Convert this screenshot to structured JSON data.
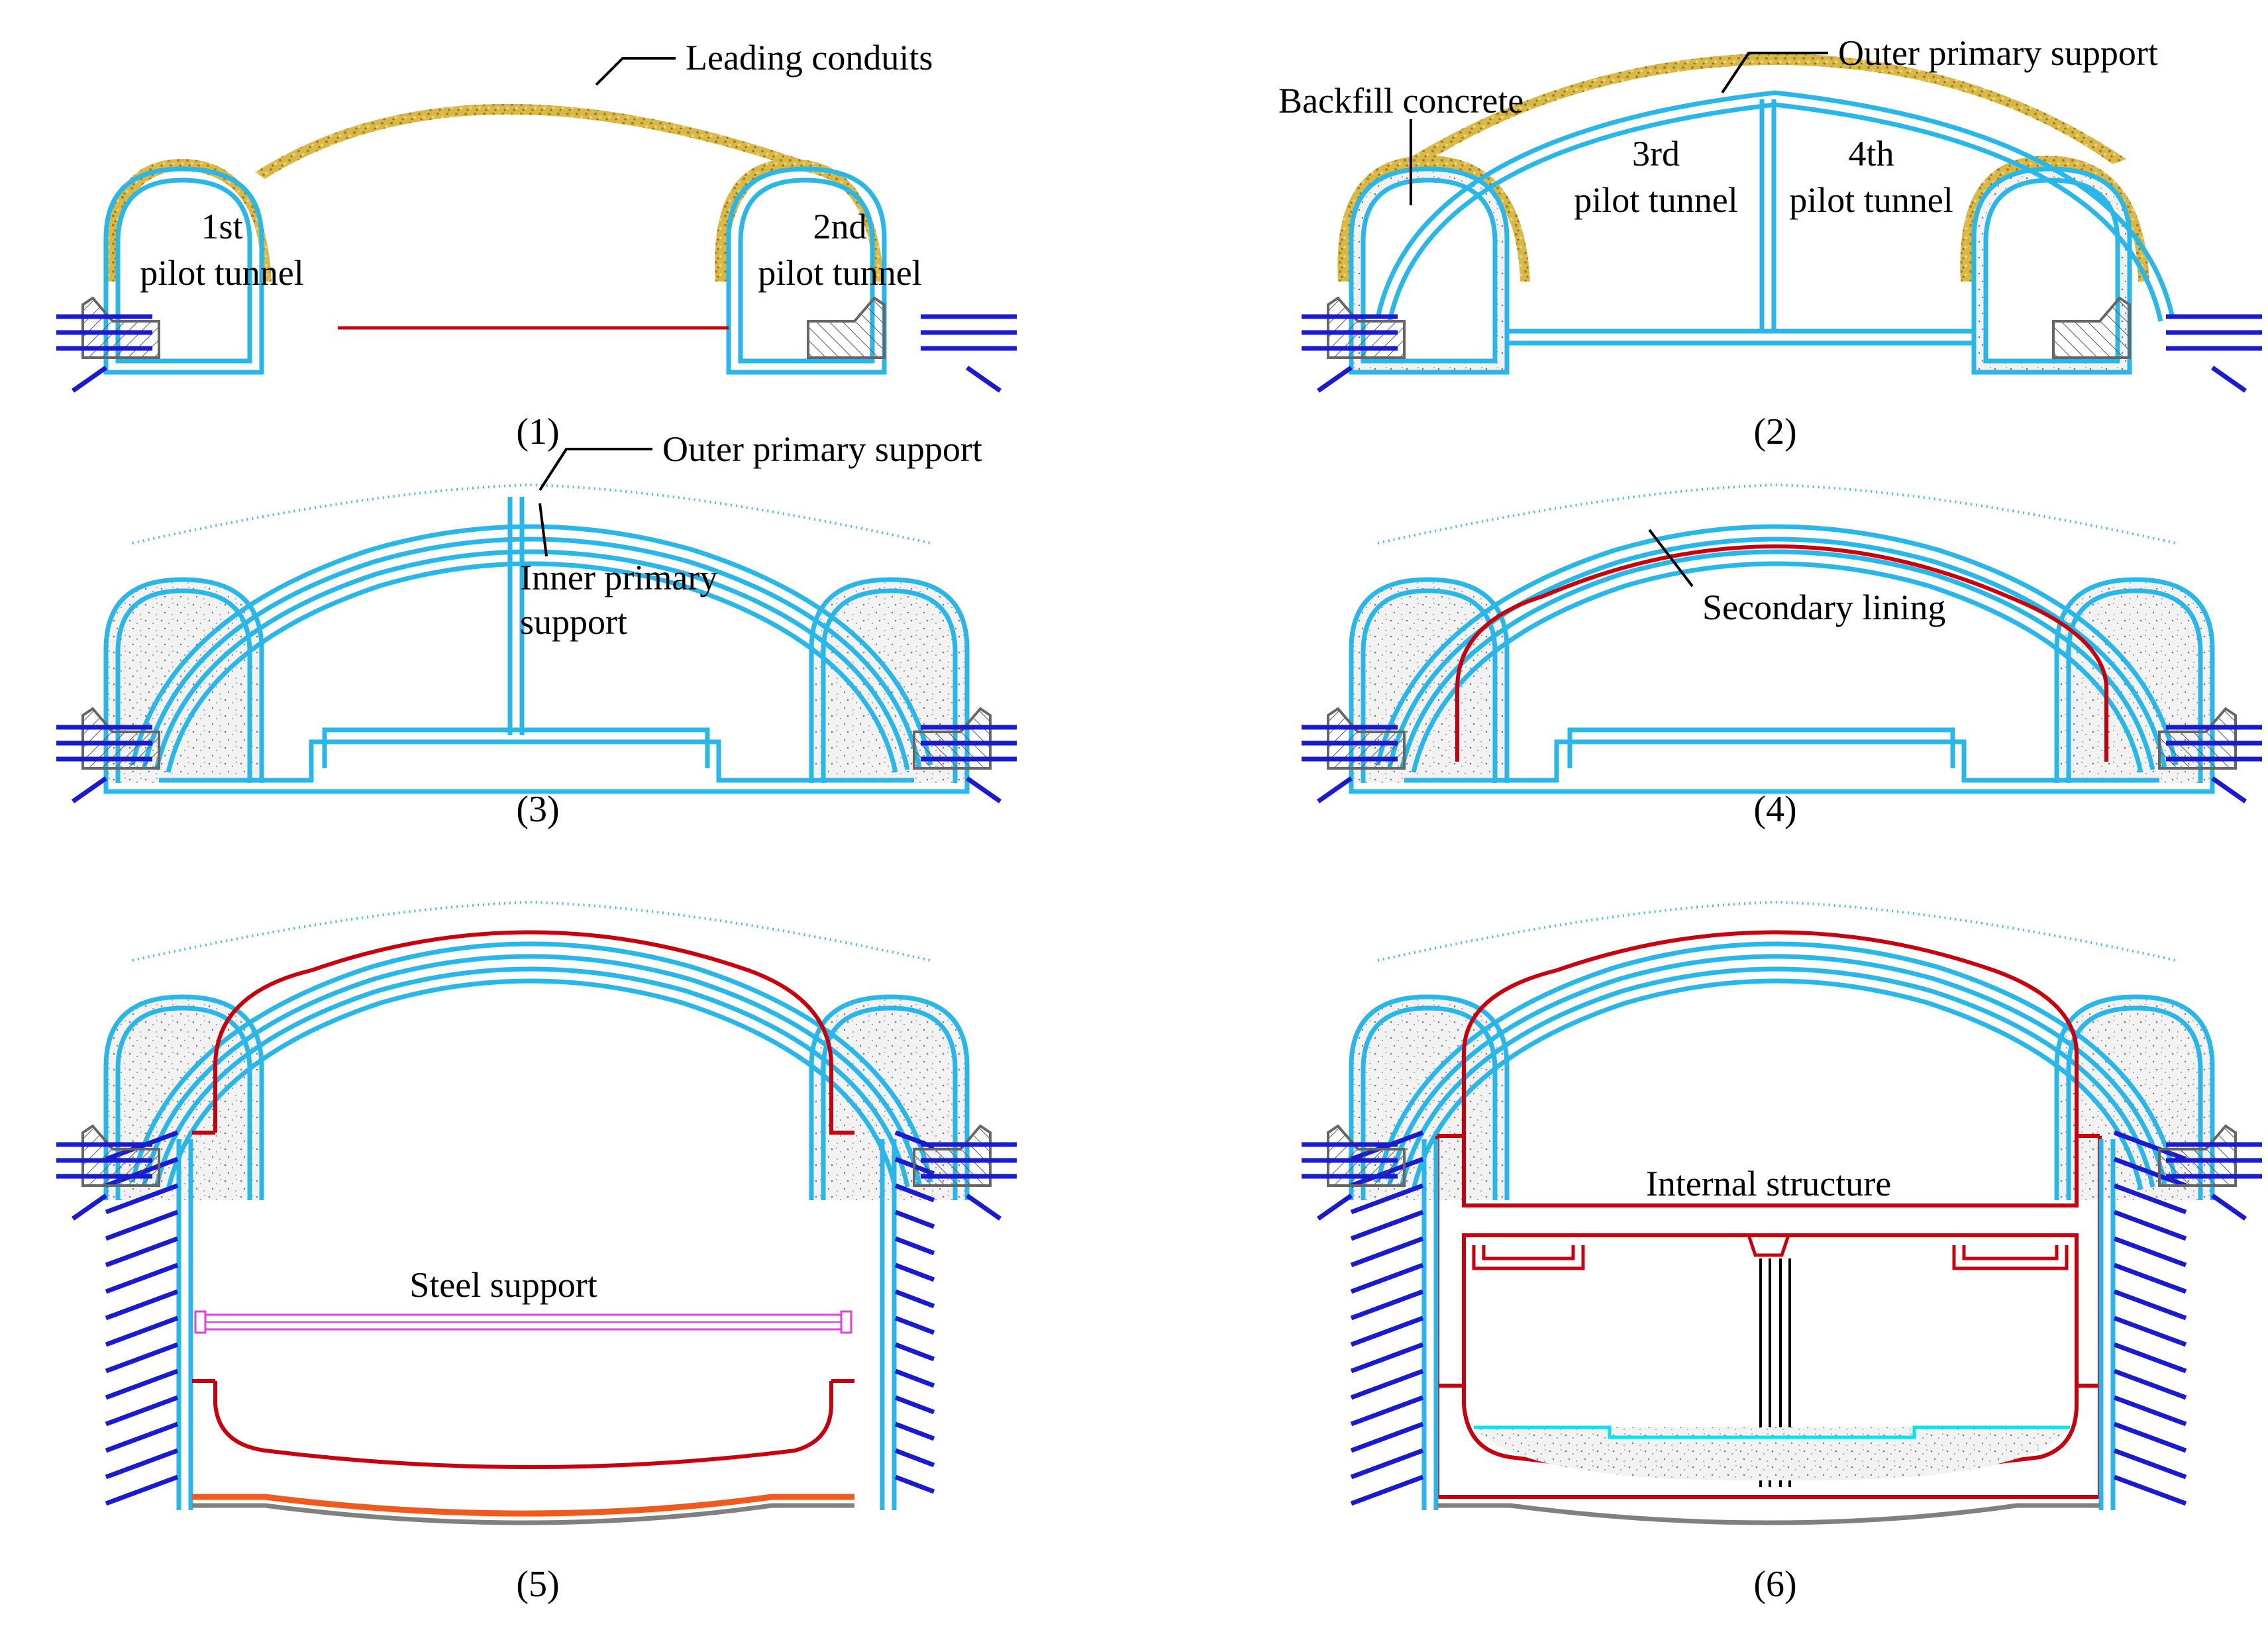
{
  "colors": {
    "primary_support": "#29b6e8",
    "secondary_lining": "#c8000e",
    "anchors": "#1a1acf",
    "conduits": "#c9a227",
    "steel_support": "#e040e0",
    "invert_layer": "#f05a1e",
    "waterproof": "#808080",
    "fill_line": "#00e5f0"
  },
  "panels": [
    {
      "caption": "(1)",
      "labels": {
        "leading_conduits": "Leading conduits",
        "pilot_1": [
          "1st",
          "pilot tunnel"
        ],
        "pilot_2": [
          "2nd",
          "pilot tunnel"
        ]
      }
    },
    {
      "caption": "(2)",
      "labels": {
        "outer_primary_support": "Outer primary support",
        "backfill_concrete": "Backfill concrete",
        "pilot_3": [
          "3rd",
          "pilot tunnel"
        ],
        "pilot_4": [
          "4th",
          "pilot tunnel"
        ]
      }
    },
    {
      "caption": "(3)",
      "labels": {
        "outer_primary_support": "Outer primary support",
        "inner_primary_support": [
          "Inner primary",
          "support"
        ]
      }
    },
    {
      "caption": "(4)",
      "labels": {
        "secondary_lining": "Secondary lining"
      }
    },
    {
      "caption": "(5)",
      "labels": {
        "steel_support": "Steel support"
      }
    },
    {
      "caption": "(6)",
      "labels": {
        "internal_structure": "Internal structure"
      }
    }
  ]
}
